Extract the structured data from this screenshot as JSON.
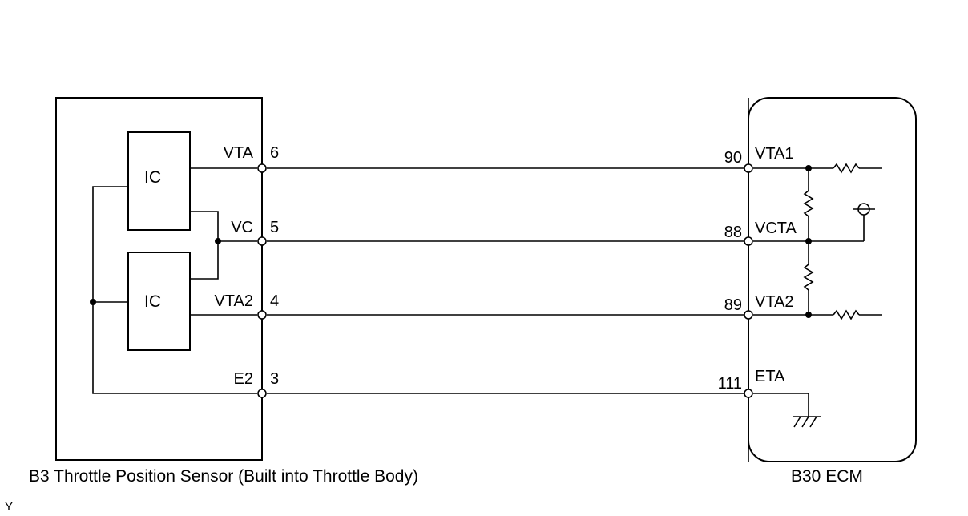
{
  "diagram": {
    "sensor": {
      "caption": "B3 Throttle Position Sensor (Built into Throttle Body)",
      "ic_top_label": "IC",
      "ic_bottom_label": "IC",
      "signals": {
        "vta": "VTA",
        "vc": "VC",
        "vta2": "VTA2",
        "e2": "E2"
      },
      "pins": {
        "vta": "6",
        "vc": "5",
        "vta2": "4",
        "e2": "3"
      }
    },
    "ecm": {
      "caption": "B30 ECM",
      "signals": {
        "vta1": "VTA1",
        "vcta": "VCTA",
        "vta2": "VTA2",
        "eta": "ETA"
      },
      "pins": {
        "vta1": "90",
        "vcta": "88",
        "vta2": "89",
        "eta": "111"
      }
    },
    "corner_mark": "Y"
  }
}
